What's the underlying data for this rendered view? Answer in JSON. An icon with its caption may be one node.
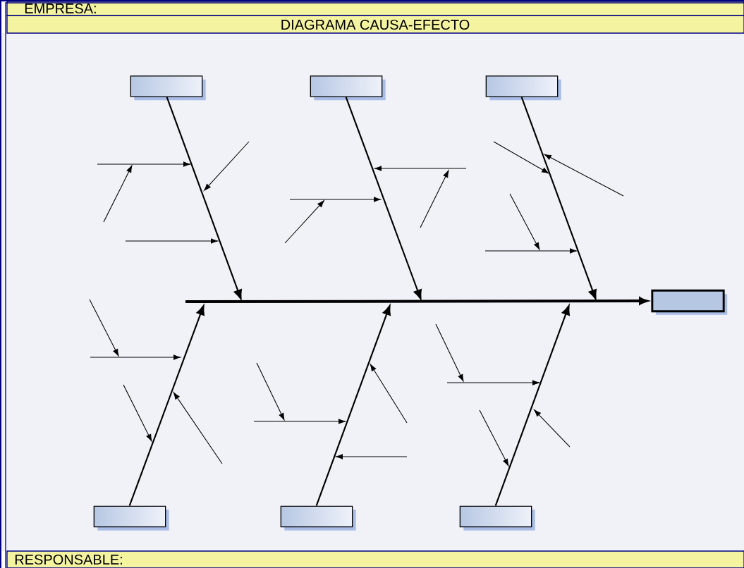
{
  "diagram": {
    "title": "DIAGRAMA CAUSA-EFECTO",
    "nodes": [
      {
        "text": [],
        "shape": "box"
      },
      {
        "text": [],
        "shape": "box"
      },
      {
        "text": [],
        "shape": "box"
      },
      {
        "text": [],
        "shape": "box"
      },
      {
        "text": [],
        "shape": "box"
      },
      {
        "text": [],
        "shape": "box"
      },
      {
        "text": [],
        "shape": "box"
      }
    ],
    "edges": [
      {
        "from": 0,
        "to": null,
        "arrow": "to"
      },
      {
        "from": 1,
        "to": null,
        "arrow": "to"
      },
      {
        "from": 2,
        "to": null,
        "arrow": "to"
      },
      {
        "from": 3,
        "to": null,
        "arrow": "to"
      },
      {
        "from": 4,
        "to": null,
        "arrow": "to"
      },
      {
        "from": 5,
        "to": null,
        "arrow": "to"
      },
      {
        "from": null,
        "to": 6,
        "arrow": "to",
        "style": "thick"
      }
    ],
    "labels": [
      "EMPRESA:",
      "RESPONSABLE:"
    ]
  }
}
